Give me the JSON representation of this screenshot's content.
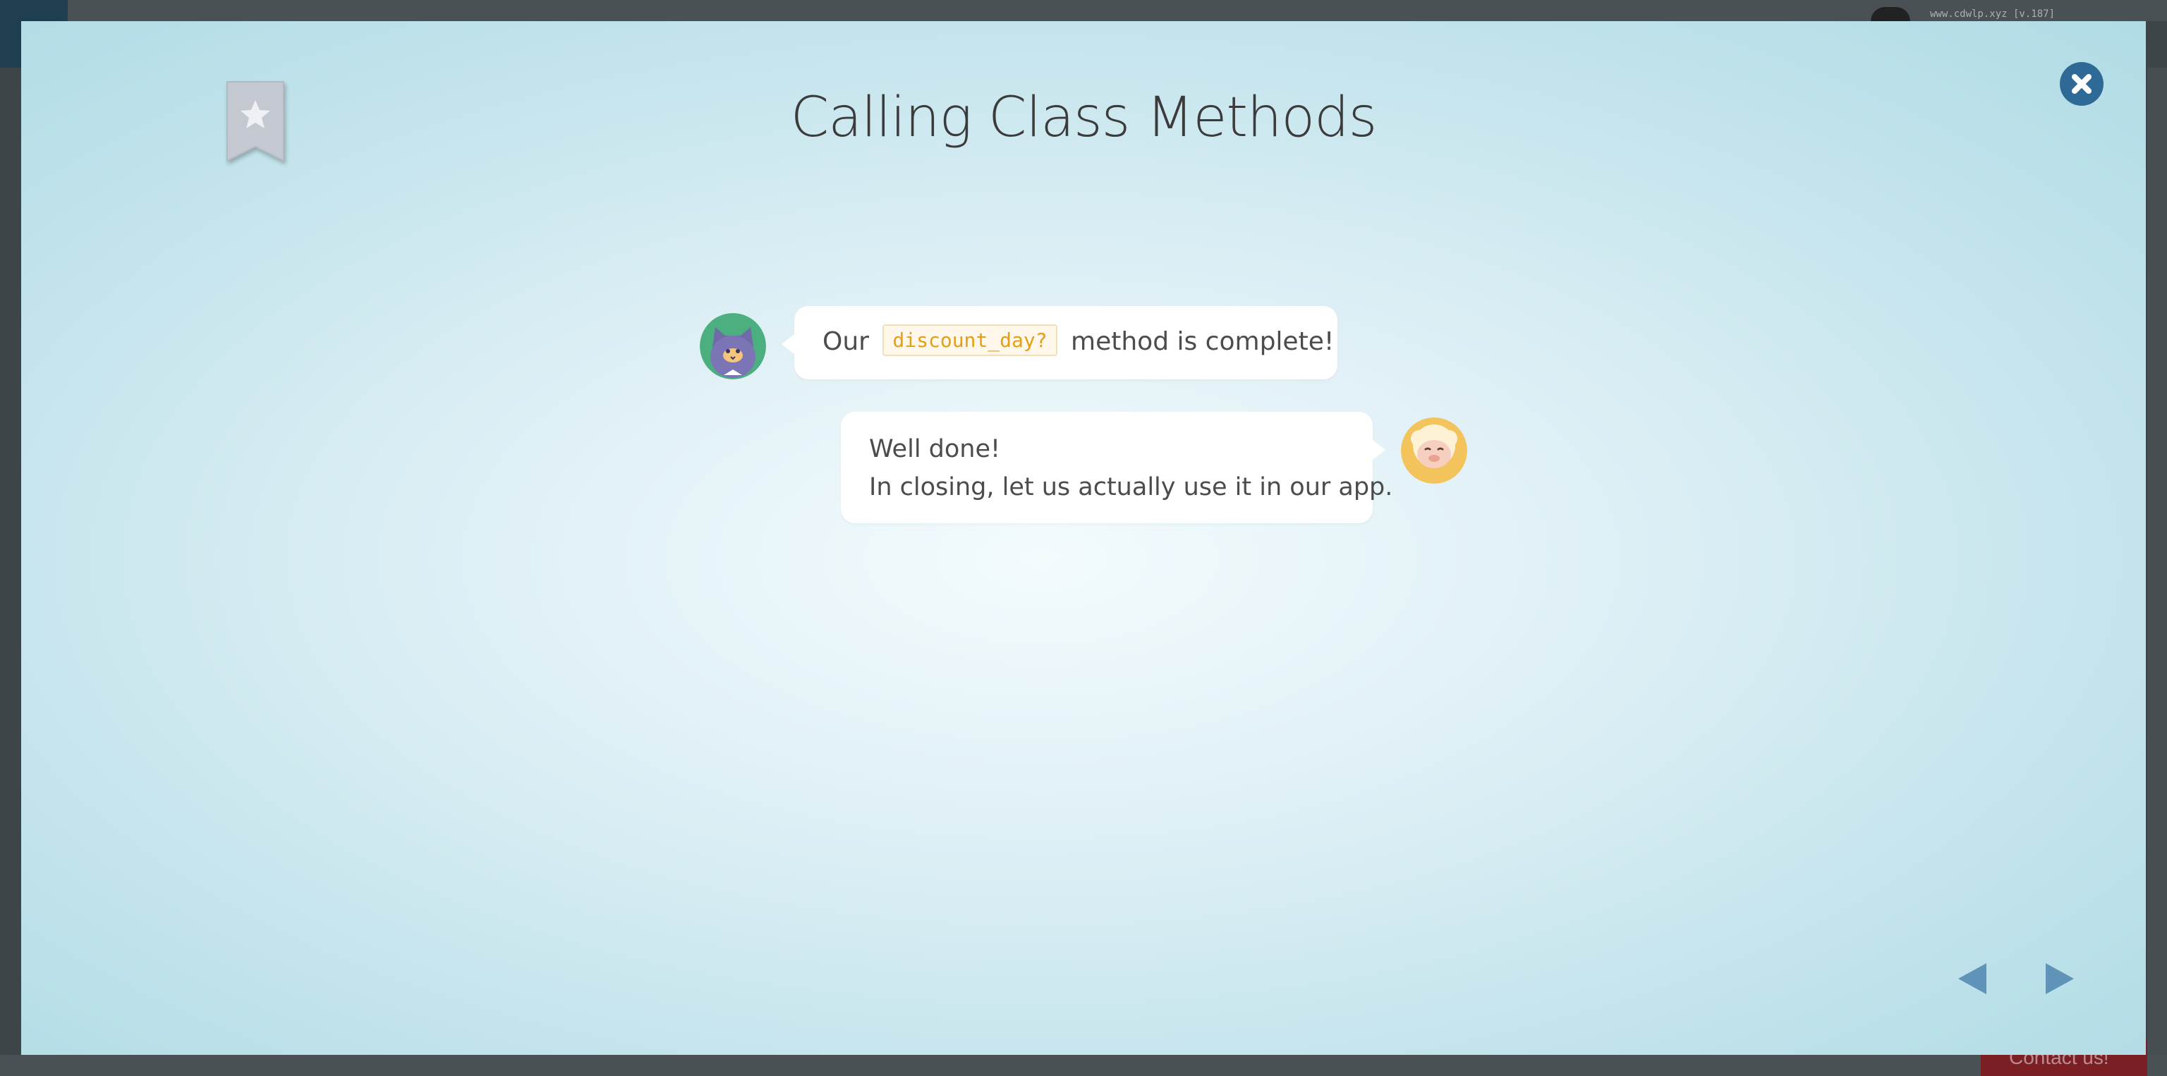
{
  "background": {
    "url_text": "www.cdwlp.xyz [v.187]",
    "contact_label": "Contact us!"
  },
  "modal": {
    "title": "Calling Class Methods",
    "bookmark_icon": "bookmark-star-icon",
    "close_icon": "close-icon"
  },
  "chat": {
    "messages": [
      {
        "speaker": "cat",
        "text_before": "Our",
        "code": "discount_day?",
        "text_after": "method is complete!"
      },
      {
        "speaker": "sheep",
        "line1": "Well done!",
        "line2": "In closing, let us actually use it in our app."
      }
    ]
  },
  "navigation": {
    "prev_icon": "triangle-left-icon",
    "next_icon": "triangle-right-icon"
  },
  "colors": {
    "accent": "#2f6a96",
    "nav_arrow": "#5f93b8",
    "code_text": "#e3a016",
    "bookmark": "#c4c8d0"
  }
}
